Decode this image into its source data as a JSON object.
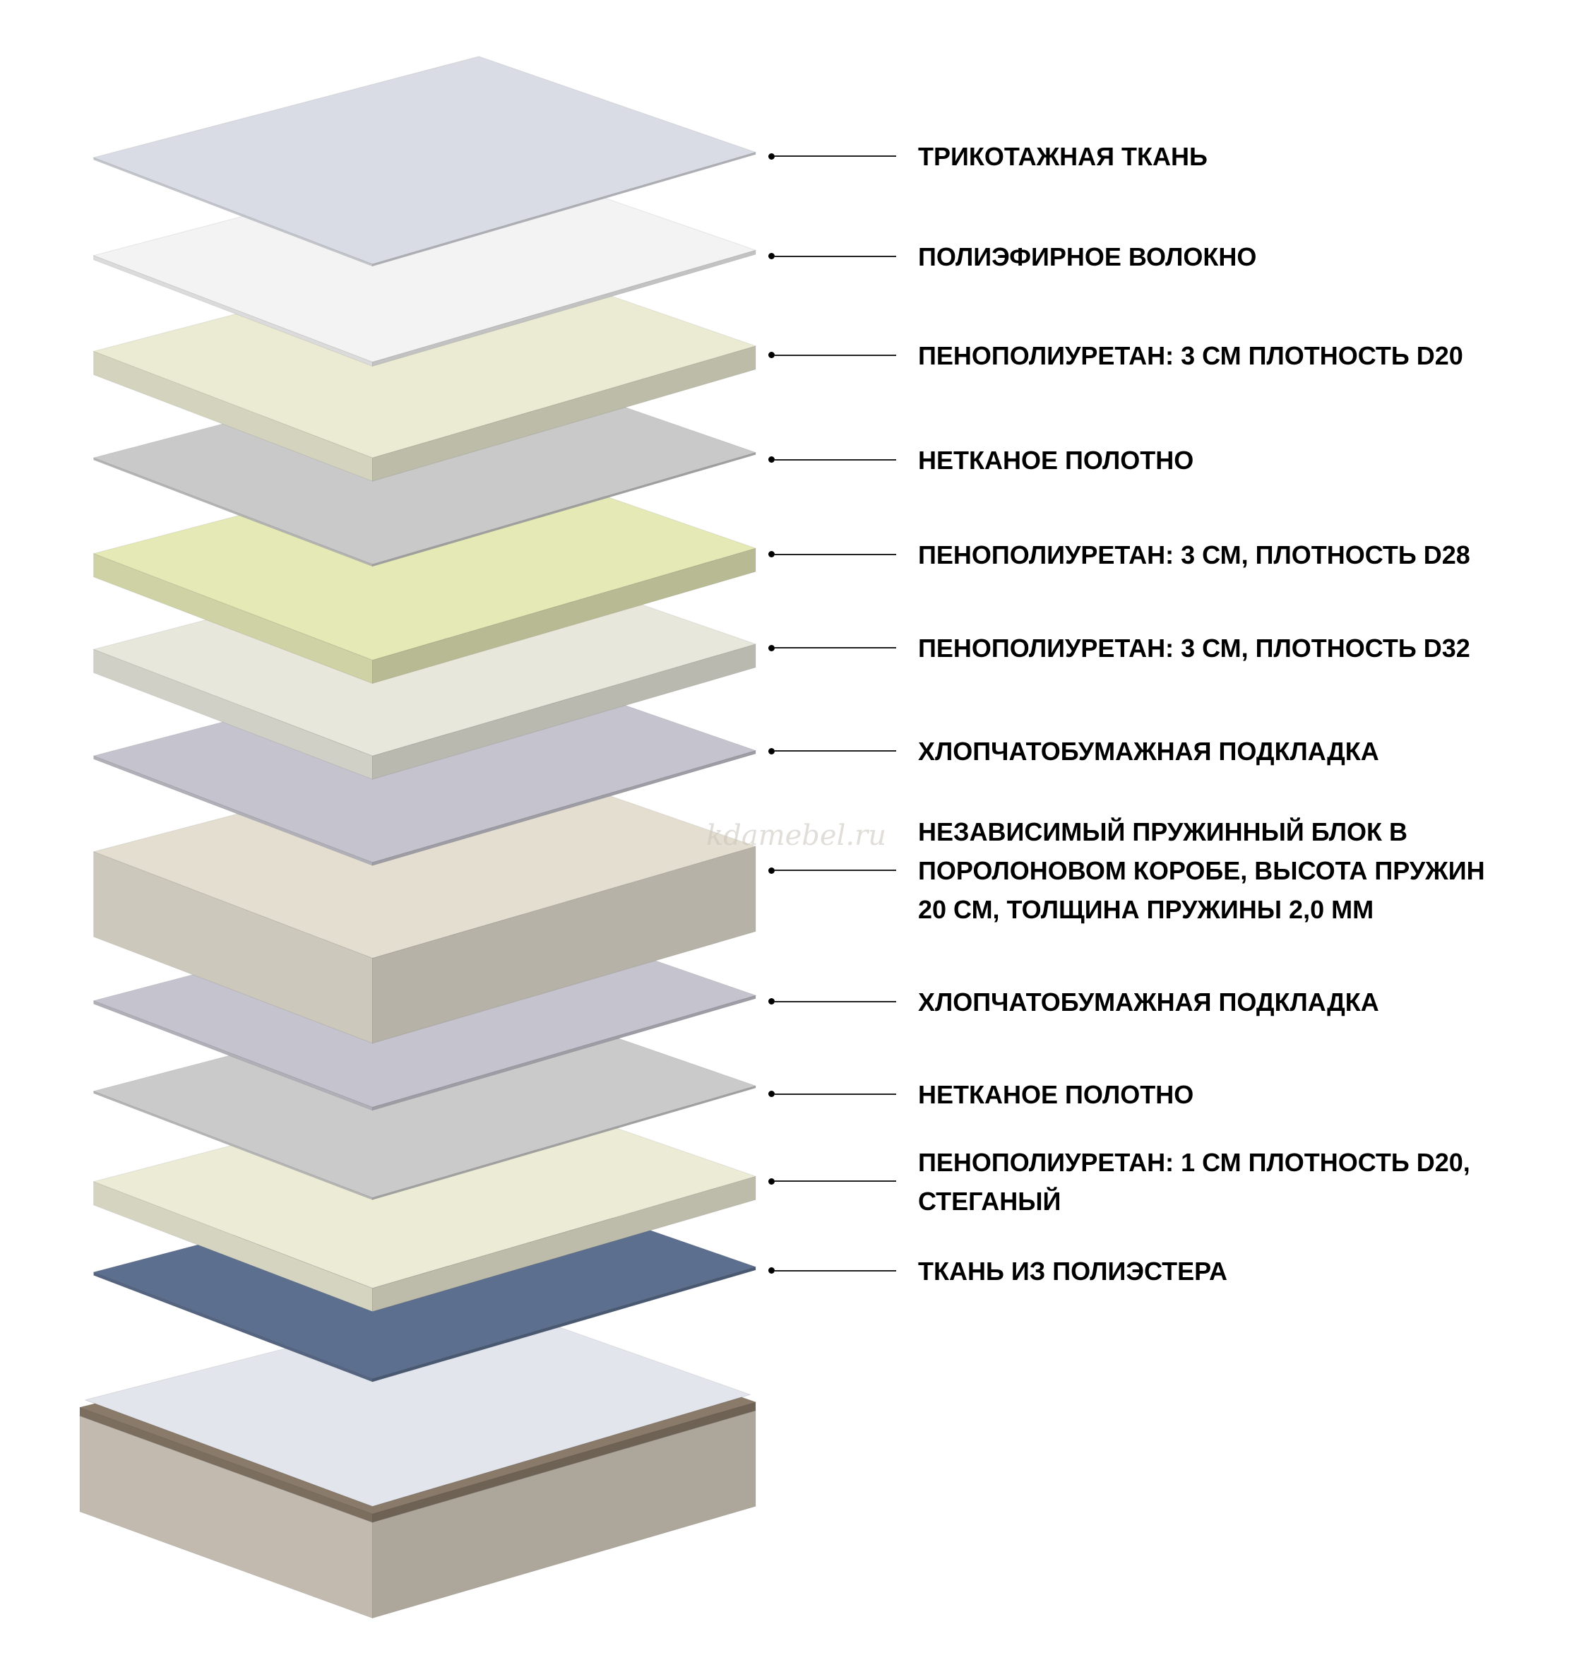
{
  "labels": [
    {
      "text": [
        "ТРИКОТАЖНАЯ ТКАНЬ"
      ],
      "color": "#d9dce4"
    },
    {
      "text": [
        "ПОЛИЭФИРНОЕ ВОЛОКНО"
      ],
      "color": "#f3f3f3"
    },
    {
      "text": [
        "ПЕНОПОЛИУРЕТАН: 3 СМ ПЛОТНОСТЬ D20"
      ],
      "color": "#ebebd3"
    },
    {
      "text": [
        "НЕТКАНОЕ ПОЛОТНО"
      ],
      "color": "#c9c9c9"
    },
    {
      "text": [
        "ПЕНОПОЛИУРЕТАН: 3 СМ, ПЛОТНОСТЬ D28"
      ],
      "color": "#e5e9b6"
    },
    {
      "text": [
        "ПЕНОПОЛИУРЕТАН: 3 СМ, ПЛОТНОСТЬ D32"
      ],
      "color": "#e7e7dc"
    },
    {
      "text": [
        "ХЛОПЧАТОБУМАЖНАЯ ПОДКЛАДКА"
      ],
      "color": "#c5c3cd"
    },
    {
      "text": [
        "НЕЗАВИСИМЫЙ ПРУЖИННЫЙ БЛОК В",
        "ПОРОЛОНОВОМ КОРОБЕ, ВЫСОТА ПРУЖИН",
        "20 СМ, ТОЛЩИНА ПРУЖИНЫ 2,0 ММ"
      ],
      "color": "#e4ded1"
    },
    {
      "text": [
        "ХЛОПЧАТОБУМАЖНАЯ ПОДКЛАДКА"
      ],
      "color": "#c5c3cd"
    },
    {
      "text": [
        "НЕТКАНОЕ ПОЛОТНО"
      ],
      "color": "#cacaca"
    },
    {
      "text": [
        "ПЕНОПОЛИУРЕТАН: 1 СМ ПЛОТНОСТЬ D20,",
        "СТЕГАНЫЙ"
      ],
      "color": "#ecebd6"
    },
    {
      "text": [
        "ТКАНЬ ИЗ ПОЛИЭСТЕРА"
      ],
      "color": "#5d6f8f"
    }
  ],
  "watermark": "kdamebel.ru",
  "mattress": {
    "top_color": "#e2e5ec",
    "border_color": "#8a7a6a",
    "side_color": "#d8cfc2"
  }
}
